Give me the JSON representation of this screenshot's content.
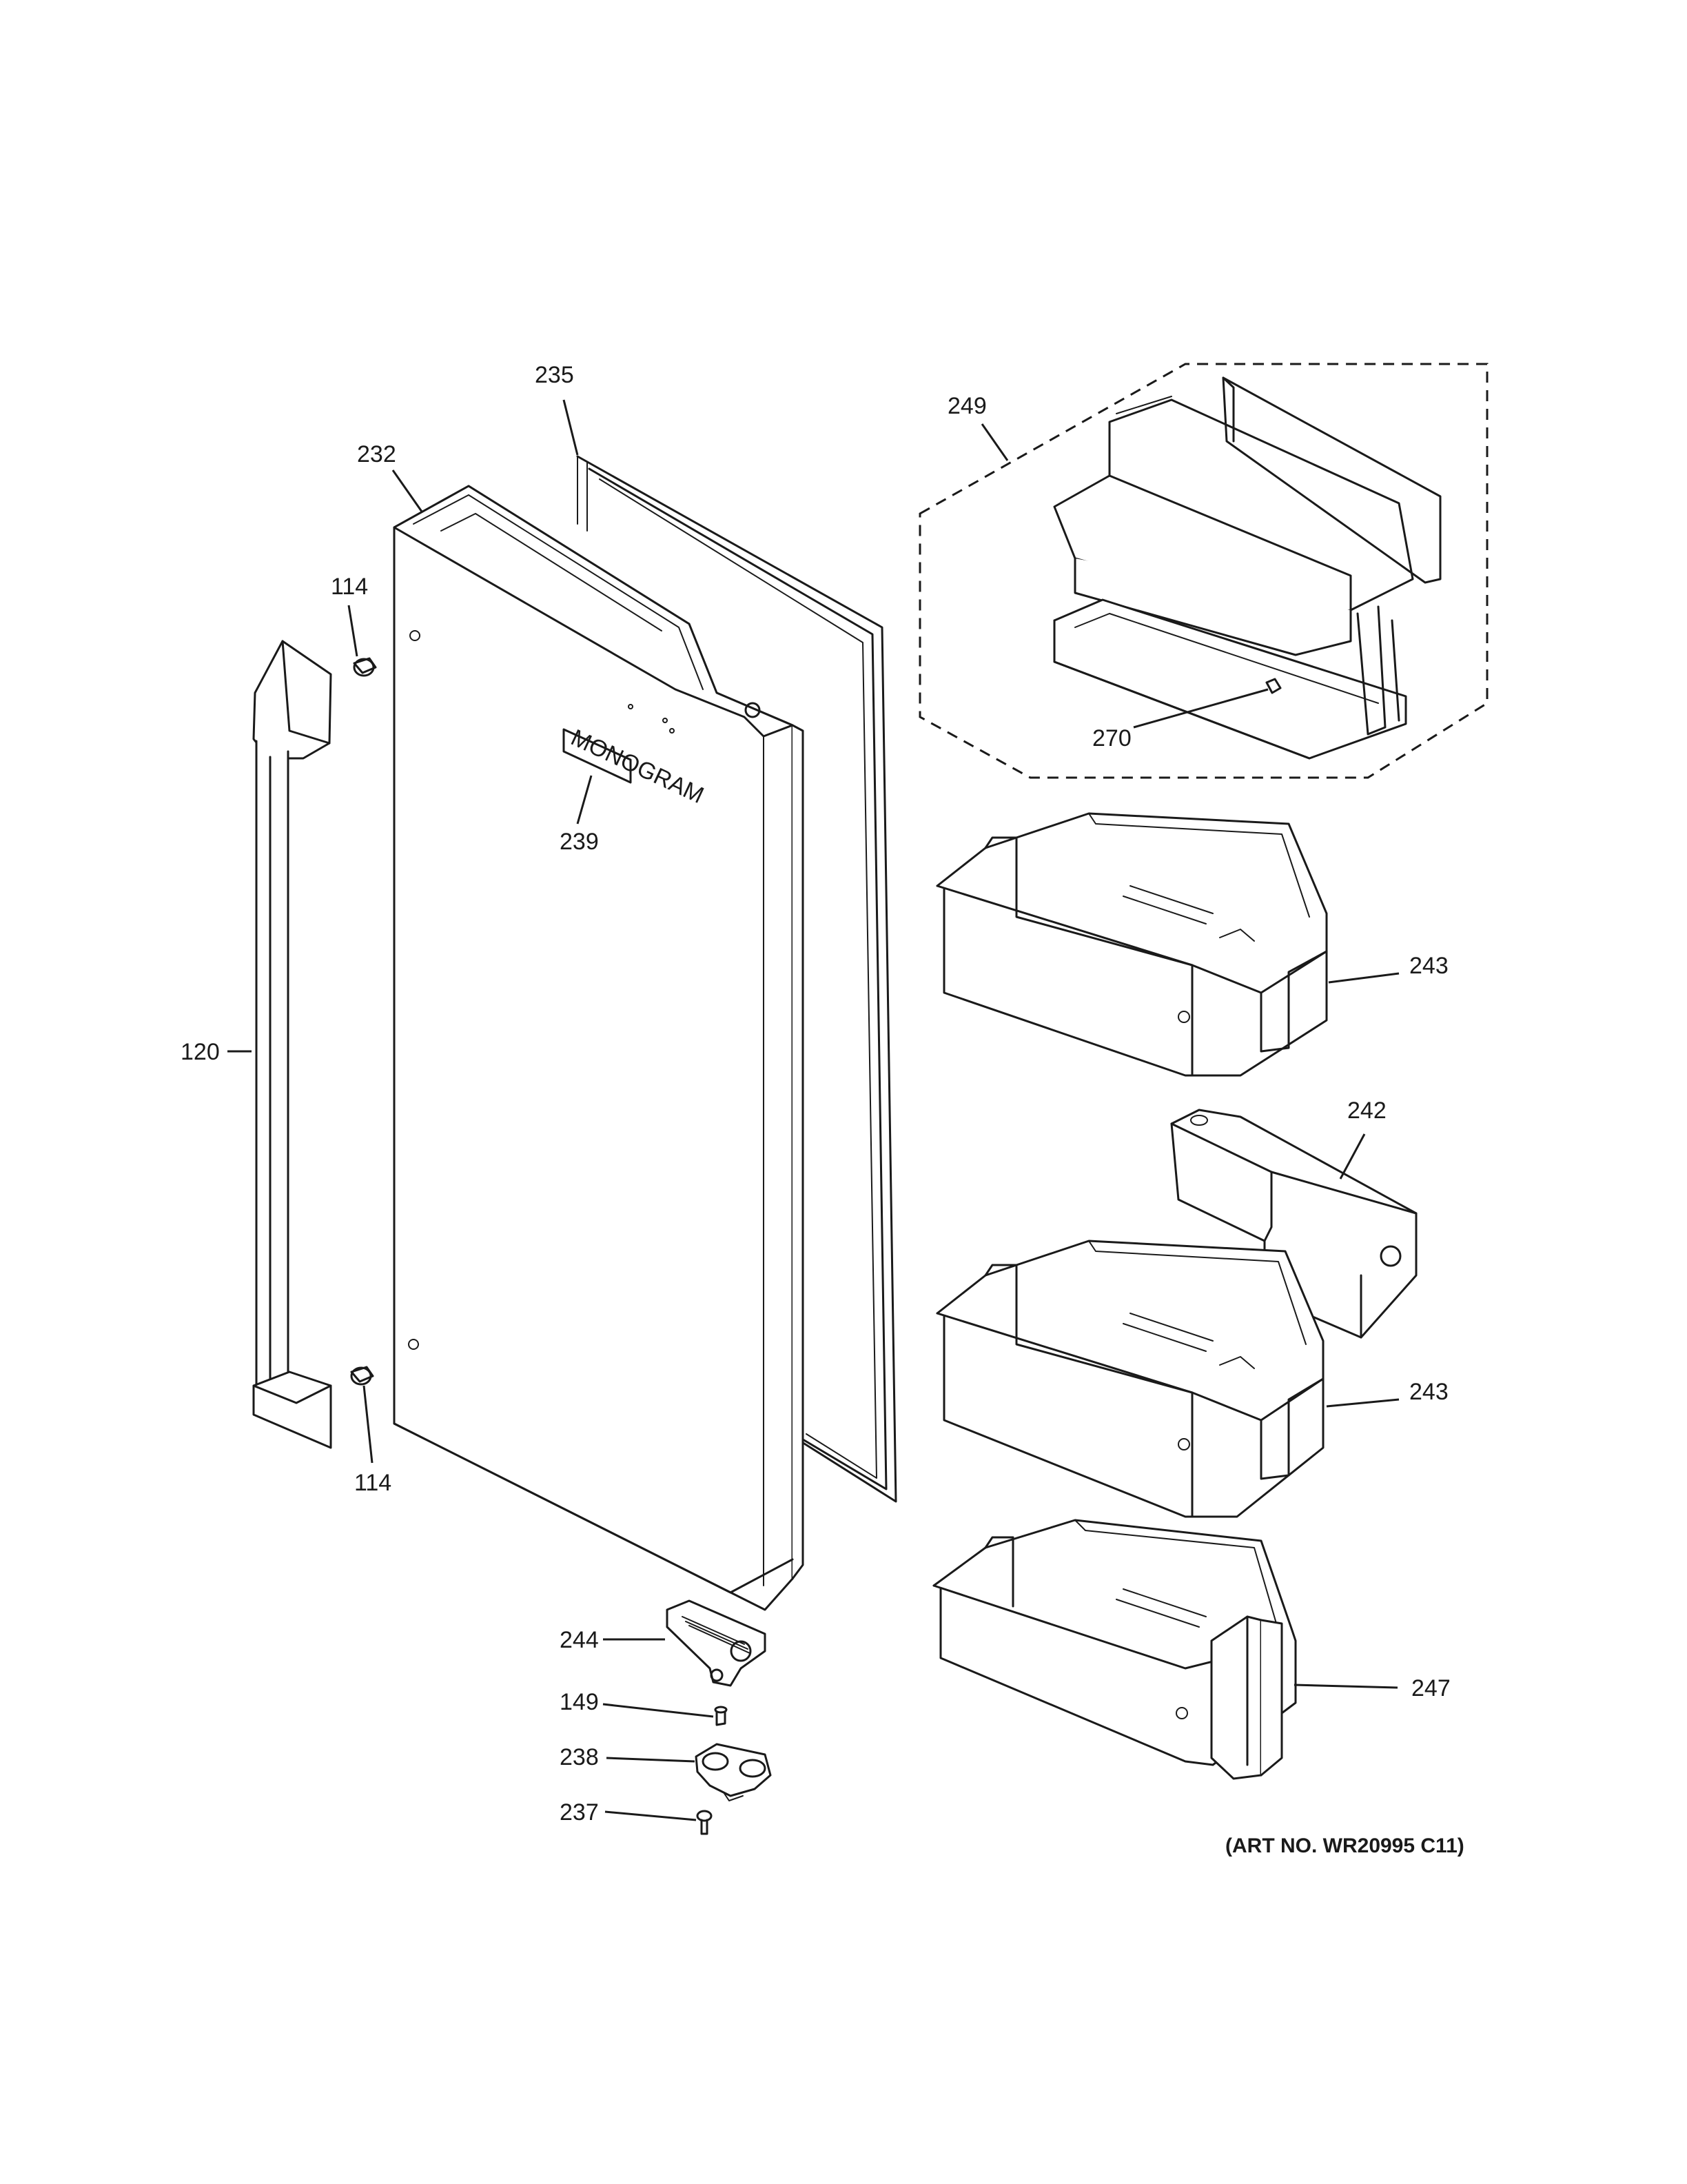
{
  "diagram": {
    "callouts": [
      {
        "id": "235",
        "label": "235"
      },
      {
        "id": "232",
        "label": "232"
      },
      {
        "id": "249",
        "label": "249"
      },
      {
        "id": "114a",
        "label": "114"
      },
      {
        "id": "239",
        "label": "239"
      },
      {
        "id": "270",
        "label": "270"
      },
      {
        "id": "243a",
        "label": "243"
      },
      {
        "id": "120",
        "label": "120"
      },
      {
        "id": "242",
        "label": "242"
      },
      {
        "id": "243b",
        "label": "243"
      },
      {
        "id": "114b",
        "label": "114"
      },
      {
        "id": "244",
        "label": "244"
      },
      {
        "id": "247",
        "label": "247"
      },
      {
        "id": "149",
        "label": "149"
      },
      {
        "id": "238",
        "label": "238"
      },
      {
        "id": "237",
        "label": "237"
      }
    ],
    "art_number": "(ART NO. WR20995 C11)",
    "badge_text": "MONOGRAM"
  }
}
